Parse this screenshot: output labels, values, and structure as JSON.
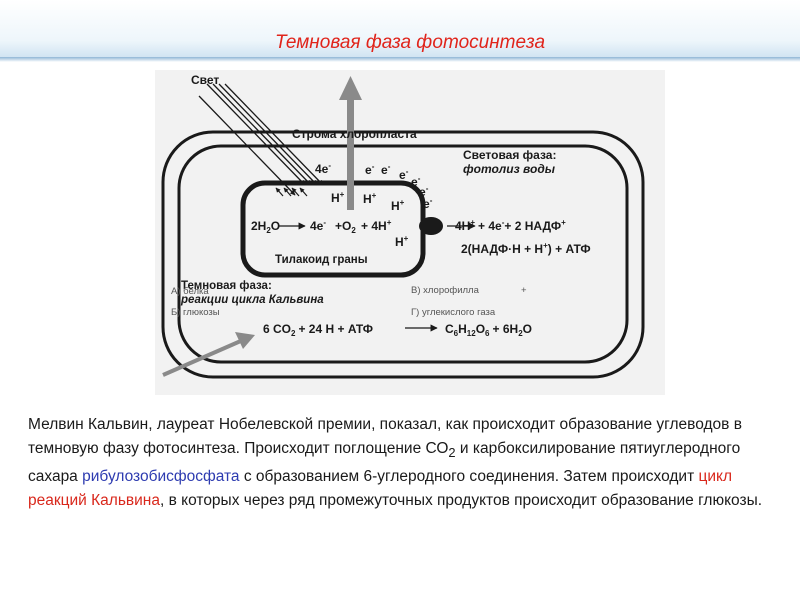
{
  "slide": {
    "title": "Темновая фаза фотосинтеза"
  },
  "diagram": {
    "light_label": "Свет",
    "stroma_label": "Строма хлоропласта",
    "light_phase_title": "Световая фаза:",
    "light_phase_subtitle": "фотолиз воды",
    "thylakoid_label": "Тилакоид граны",
    "dark_phase_title": "Темновая фаза:",
    "dark_phase_subtitle": "реакции цикла Кальвина",
    "water": "2H",
    "water_sub": "2",
    "water_end": "O",
    "electrons_4": "4e",
    "oxygen": "+O",
    "oxygen_sub": "2",
    "protons_4": "+ 4H",
    "right_eq_1": "4H",
    "right_eq_2": "+ 4e",
    "right_eq_3": "+  2 НАДФ",
    "nadph_eq_1": "2(НАДФ·H + H",
    "nadph_eq_2": ") + АТФ",
    "dark_eq_1": "6 CO",
    "dark_eq_1_sub": "2",
    "dark_eq_2": "+ 24 H  + АТФ",
    "glucose_c": "C",
    "glucose_c_sub": "6",
    "glucose_h": "H",
    "glucose_h_sub": "12",
    "glucose_o": "O",
    "glucose_o_sub": "6",
    "water_product": "+ 6H",
    "water_product_sub": "2",
    "water_product_end": "O",
    "electron": "e",
    "proton": "H",
    "plus_sup": "+",
    "minus_sup": "-",
    "top_electrons": "4e",
    "answer_options": [
      "А) белка",
      "Б) глюкозы",
      "В) хлорофилла",
      "Г) углекислого газа"
    ],
    "options_plus": "+"
  },
  "description": {
    "p1": "Мелвин Кальвин, лауреат Нобелевской премии, показал, как происходит образование углеводов в темновую фазу фотосинтеза. Происходит поглощение СО",
    "p1_sub": "2",
    "p2": " и  карбоксилирование пятиуглеродного сахара ",
    "term1": "рибулозобисфосфата",
    "p3": " с образованием 6-углеродного соединения. Затем происходит ",
    "term2": "цикл реакций Кальвина",
    "p4": ", в которых через ряд промежуточных продуктов происходит образование глюкозы."
  },
  "colors": {
    "title": "#e0241b",
    "term_blue": "#2d3bb0",
    "term_red": "#d9281c",
    "arrow_gray": "#8a8a8a"
  }
}
